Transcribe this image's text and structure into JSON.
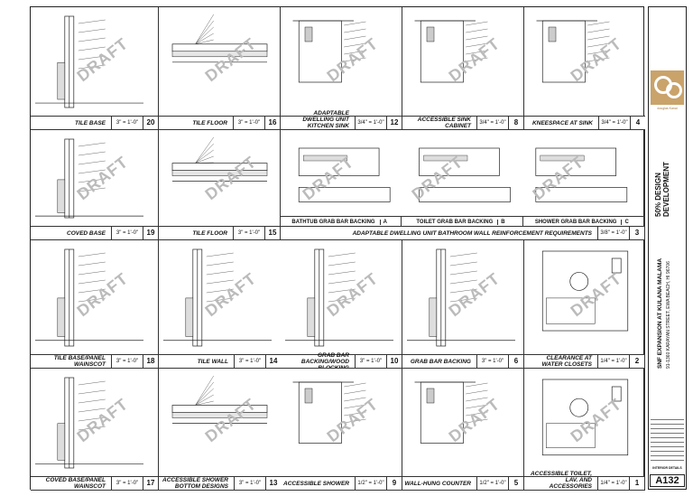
{
  "watermark": "DRAFT",
  "details": [
    {
      "name": "TILE BASE",
      "scale": "3\" = 1'-0\"",
      "num": "20",
      "kind": "wall"
    },
    {
      "name": "TILE FLOOR",
      "scale": "3\" = 1'-0\"",
      "num": "16",
      "kind": "floor"
    },
    {
      "name": "ADAPTABLE DWELLING UNIT KITCHEN SINK CABINET",
      "scale": "3/4\" = 1'-0\"",
      "num": "12",
      "kind": "cabinet"
    },
    {
      "name": "ACCESSIBLE SINK CABINET",
      "scale": "3/4\" = 1'-0\"",
      "num": "8",
      "kind": "cabinet"
    },
    {
      "name": "KNEESPACE AT SINK",
      "scale": "3/4\" = 1'-0\"",
      "num": "4",
      "kind": "cabinet"
    },
    {
      "name": "COVED BASE",
      "scale": "3\" = 1'-0\"",
      "num": "19",
      "kind": "wall"
    },
    {
      "name": "TILE FLOOR",
      "scale": "3\" = 1'-0\"",
      "num": "15",
      "kind": "floor"
    },
    {
      "name": "ADAPTABLE DWELLING UNIT BATHROOM WALL REINFORCEMENT REQUIREMENTS",
      "scale": "3/8\" = 1'-0\"",
      "num": "3",
      "kind": "backing",
      "backing": [
        {
          "label": "BATHTUB GRAB BAR BACKING",
          "key": "A"
        },
        {
          "label": "TOILET GRAB BAR BACKING",
          "key": "B"
        },
        {
          "label": "SHOWER GRAB BAR BACKING",
          "key": "C"
        }
      ]
    },
    {
      "name": "TILE BASE/PANEL WAINSCOT",
      "scale": "3\" = 1'-0\"",
      "num": "18",
      "kind": "wall"
    },
    {
      "name": "TILE WALL",
      "scale": "3\" = 1'-0\"",
      "num": "14",
      "kind": "wall"
    },
    {
      "name": "GRAB BAR BACKING/WOOD BLOCKING",
      "scale": "3\" = 1'-0\"",
      "num": "10",
      "kind": "wall"
    },
    {
      "name": "GRAB BAR BACKING",
      "scale": "3\" = 1'-0\"",
      "num": "6",
      "kind": "wall"
    },
    {
      "name": "CLEARANCE AT WATER CLOSETS",
      "scale": "1/4\" = 1'-0\"",
      "num": "2",
      "kind": "plan"
    },
    {
      "name": "COVED BASE/PANEL WAINSCOT",
      "scale": "3\" = 1'-0\"",
      "num": "17",
      "kind": "wall"
    },
    {
      "name": "ACCESSIBLE SHOWER BOTTOM DESIGNS",
      "scale": "3\" = 1'-0\"",
      "num": "13",
      "kind": "floor"
    },
    {
      "name": "ACCESSIBLE SHOWER",
      "scale": "1/2\" = 1'-0\"",
      "num": "9",
      "kind": "cabinet"
    },
    {
      "name": "WALL-HUNG COUNTER",
      "scale": "1/2\" = 1'-0\"",
      "num": "5",
      "kind": "cabinet"
    },
    {
      "name": "ACCESSIBLE TOILET, LAV. AND ACCESSORIES (ADAAG)",
      "scale": "1/4\" = 1'-0\"",
      "num": "1",
      "kind": "plan"
    }
  ],
  "title_block": {
    "firm": "douglas Kanai",
    "phase": "50% DESIGN DEVELOPMENT",
    "project": "SNF EXPANSION AT KULANA MALAMA",
    "address": "91-1360 KARAYAN STREET, EWA BEACH, HI 96706",
    "sheet_title": "INTERIOR DETAILS",
    "sheet_number": "A132",
    "colors": {
      "logo": "#c9a36a"
    }
  }
}
